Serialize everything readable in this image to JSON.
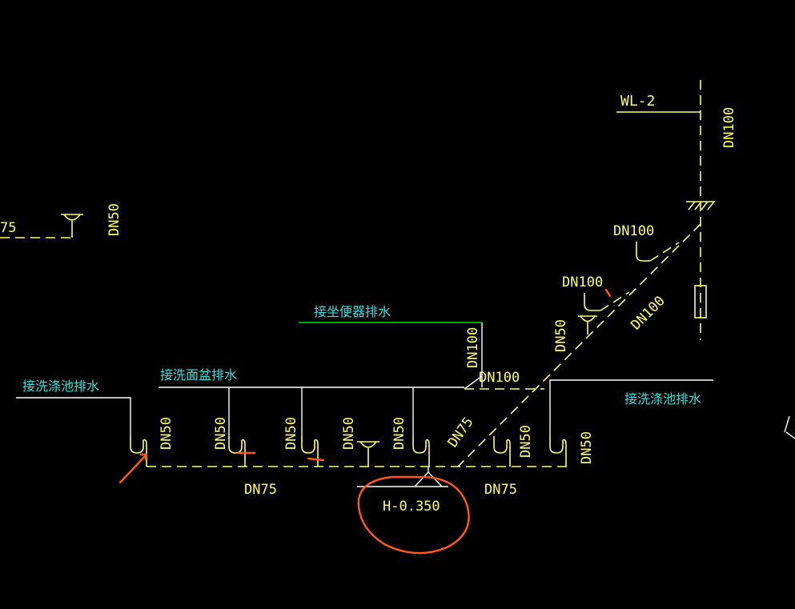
{
  "colors": {
    "background": "#000000",
    "pipe": "#ffff66",
    "label_cyan": "#33e0e0",
    "leader_white": "#ffffff",
    "leader_green": "#00dd00",
    "markup_red": "#ff5a1a"
  },
  "labels": {
    "riser_id": "WL-2",
    "riser_dn": "DN100",
    "top_branch_dn": "DN100",
    "mid_branch_dn": "DN100",
    "diag_riser_dn": "DN100",
    "toilet_dn": "DN100",
    "header_dn": "DN100",
    "floor_drain_dn": "DN50",
    "diag_dn75": "DN75",
    "left_partial": "75",
    "left_dn50": "DN50",
    "trap1_dn": "DN50",
    "trap2_dn": "DN50",
    "trap3_dn": "DN50",
    "trap4_dn": "DN50",
    "trap5_dn": "DN50",
    "trap6_dn": "DN50",
    "trap7_dn": "DN50",
    "main_left_dn": "DN75",
    "main_right_dn": "DN75",
    "elevation": "H-0.350"
  },
  "notes": {
    "toilet_drain": "接坐便器排水",
    "basin_drain": "接洗面盆排水",
    "sink_drain_left": "接洗涤池排水",
    "sink_drain_right": "接洗涤池排水"
  }
}
